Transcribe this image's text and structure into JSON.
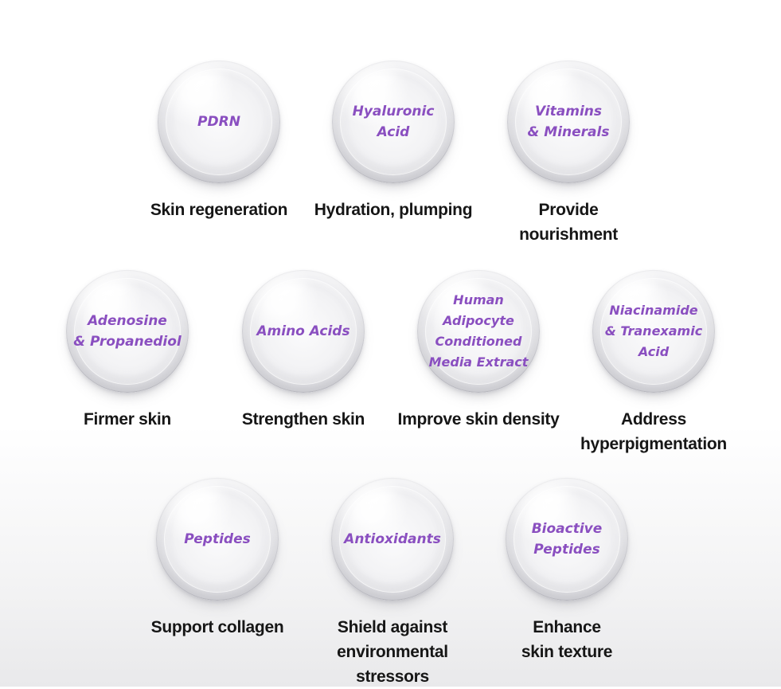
{
  "items": [
    {
      "ingredient": "PDRN",
      "benefit": "Skin regeneration"
    },
    {
      "ingredient": "Hyaluronic\nAcid",
      "benefit": "Hydration, plumping"
    },
    {
      "ingredient": "Vitamins\n& Minerals",
      "benefit": "Provide\nnourishment"
    },
    {
      "ingredient": "Adenosine\n& Propanediol",
      "benefit": "Firmer skin"
    },
    {
      "ingredient": "Amino Acids",
      "benefit": "Strengthen skin"
    },
    {
      "ingredient": "Human\nAdipocyte\nConditioned\nMedia Extract",
      "benefit": "Improve skin density"
    },
    {
      "ingredient": "Niacinamide\n& Tranexamic\nAcid",
      "benefit": "Address\nhyperpigmentation"
    },
    {
      "ingredient": "Peptides",
      "benefit": "Support collagen"
    },
    {
      "ingredient": "Antioxidants",
      "benefit": "Shield against\nenvironmental stressors"
    },
    {
      "ingredient": "Bioactive\nPeptides",
      "benefit": "Enhance\nskin texture"
    }
  ],
  "colors": {
    "ingredient_text": "#8a4fc0",
    "benefit_text": "#161616",
    "background": "#ffffff"
  }
}
